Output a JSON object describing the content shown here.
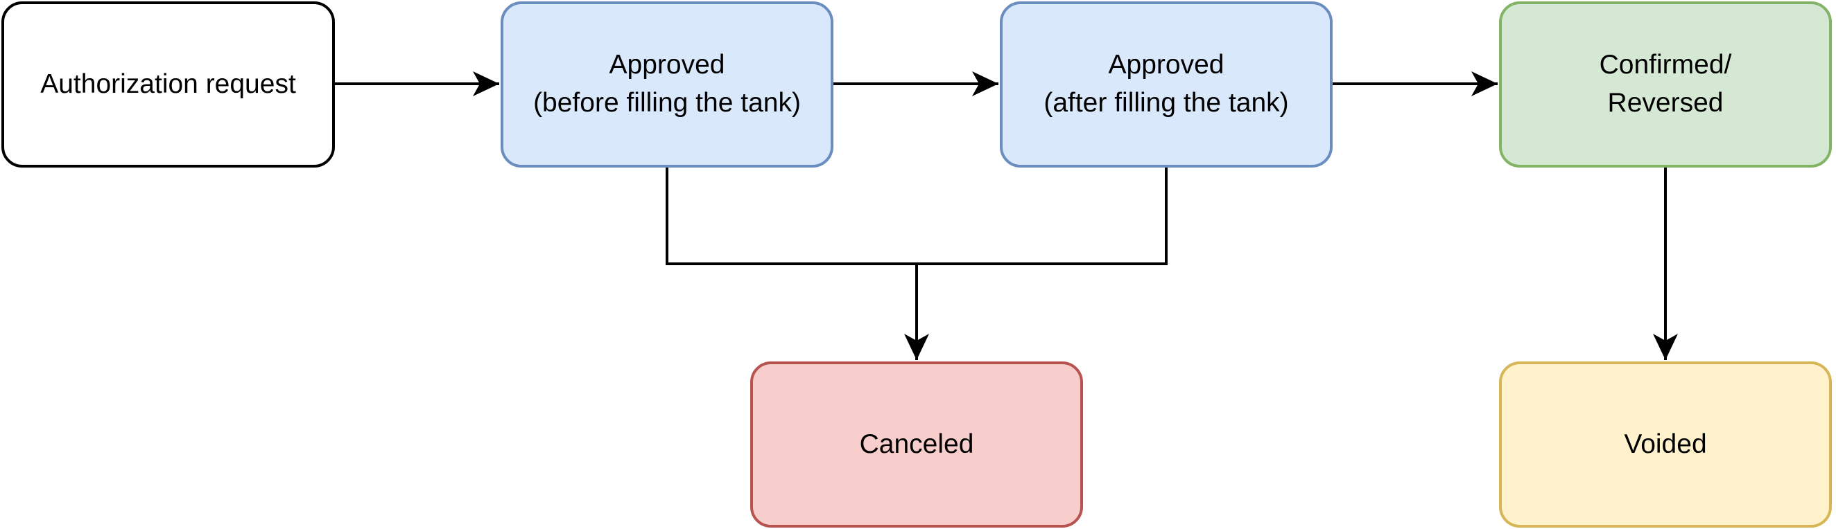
{
  "nodes": {
    "authorization_request": {
      "label": "Authorization request",
      "fill": "#ffffff",
      "stroke": "#000000"
    },
    "approved_before": {
      "label": "Approved\n(before filling the tank)",
      "fill": "#dae8fc",
      "stroke": "#6c8ebf"
    },
    "approved_after": {
      "label": "Approved\n(after filling the tank)",
      "fill": "#dae8fc",
      "stroke": "#6c8ebf"
    },
    "confirmed_reversed": {
      "label": "Confirmed/\nReversed",
      "fill": "#d5e8d4",
      "stroke": "#82b366"
    },
    "canceled": {
      "label": "Canceled",
      "fill": "#f8cecc",
      "stroke": "#b85450"
    },
    "voided": {
      "label": "Voided",
      "fill": "#fff2cc",
      "stroke": "#d6b656"
    }
  },
  "edges": [
    {
      "from": "authorization_request",
      "to": "approved_before"
    },
    {
      "from": "approved_before",
      "to": "approved_after"
    },
    {
      "from": "approved_after",
      "to": "confirmed_reversed"
    },
    {
      "from": "approved_before",
      "to": "canceled"
    },
    {
      "from": "approved_after",
      "to": "canceled"
    },
    {
      "from": "confirmed_reversed",
      "to": "voided"
    }
  ],
  "line_color": "#000000"
}
